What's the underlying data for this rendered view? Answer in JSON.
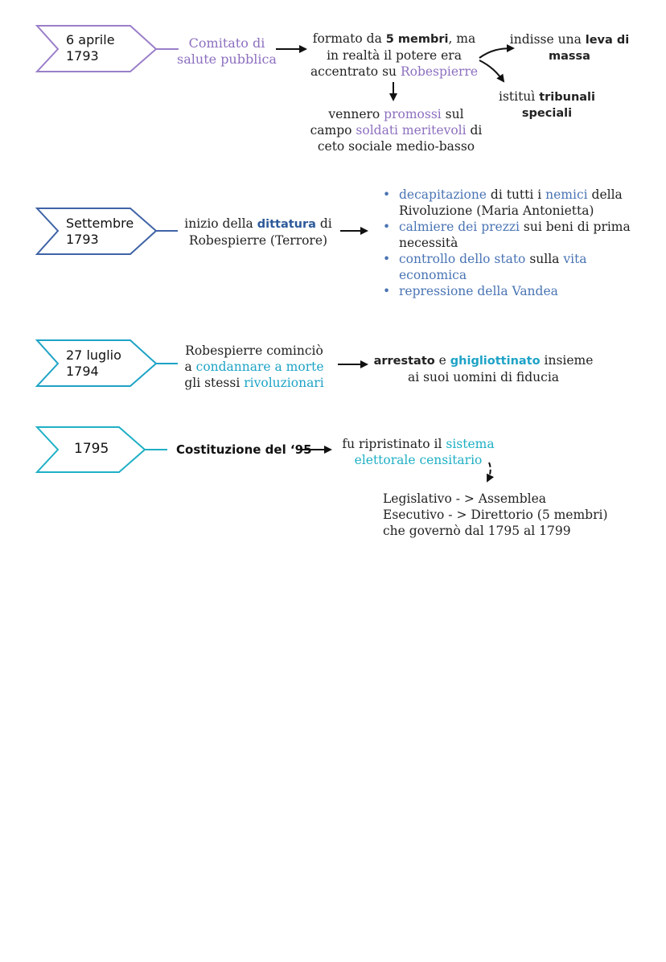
{
  "row1": {
    "date_line1": "6 aprile",
    "date_line2": "1793",
    "topic_line1": "Comitato di",
    "topic_line2": "salute pubblica",
    "desc": {
      "l1_a": "formato da ",
      "l1_b": "5 membri",
      "l1_c": ", ma",
      "l2": "in realtà il potere era",
      "l3_a": "accentrato su ",
      "l3_b": "Robespierre"
    },
    "right1": {
      "a": "indisse una ",
      "b": "leva di",
      "c": "massa"
    },
    "right2": {
      "a": "istituì ",
      "b": "tribunali",
      "c": "speciali"
    },
    "below": {
      "l1_a": "vennero ",
      "l1_b": "promossi",
      "l1_c": " sul",
      "l2_a": "campo ",
      "l2_b": "soldati meritevoli",
      "l2_c": " di",
      "l3": "ceto sociale medio-basso"
    },
    "accent": "#8c6fbf"
  },
  "row2": {
    "date_line1": "Settembre",
    "date_line2": "1793",
    "topic": {
      "l1_a": "inizio della ",
      "l1_b": "dittatura",
      "l1_c": " di",
      "l2": "Robespierre (Terrore)"
    },
    "bullets": [
      {
        "a": "decapitazione",
        "b": " di tutti i ",
        "c": "nemici",
        "d": " della",
        "e": "Rivoluzione (Maria Antonietta)"
      },
      {
        "a": "calmiere dei prezzi",
        "b": " sui beni di prima",
        "e": "necessità"
      },
      {
        "a": "controllo dello stato",
        "b": " sulla ",
        "c": "vita",
        "e": "economica"
      },
      {
        "a": "repressione della Vandea"
      }
    ],
    "accent": "#3f63a6"
  },
  "row3": {
    "date_line1": "27 luglio",
    "date_line2": "1794",
    "topic": {
      "l1": "Robespierre cominciò",
      "l2_a": "a ",
      "l2_b": "condannare a morte",
      "l3_a": "gli stessi ",
      "l3_b": "rivoluzionari"
    },
    "result": {
      "a": "arrestato",
      "b": " e ",
      "c": "ghigliottinato",
      "d": " insieme",
      "l2": "ai suoi uomini di fiducia"
    },
    "accent": "#1ea3c6"
  },
  "row4": {
    "date": "1795",
    "topic": "Costituzione del ‘95",
    "result": {
      "l1_a": "fu ripristinato il ",
      "l1_b": "sistema",
      "l2": "elettorale censitario"
    },
    "details": [
      "Legislativo - > Assemblea",
      "Esecutivo - > Direttorio (5 membri)",
      "che governò dal 1795 al 1799"
    ],
    "accent": "#1fb0c5"
  }
}
